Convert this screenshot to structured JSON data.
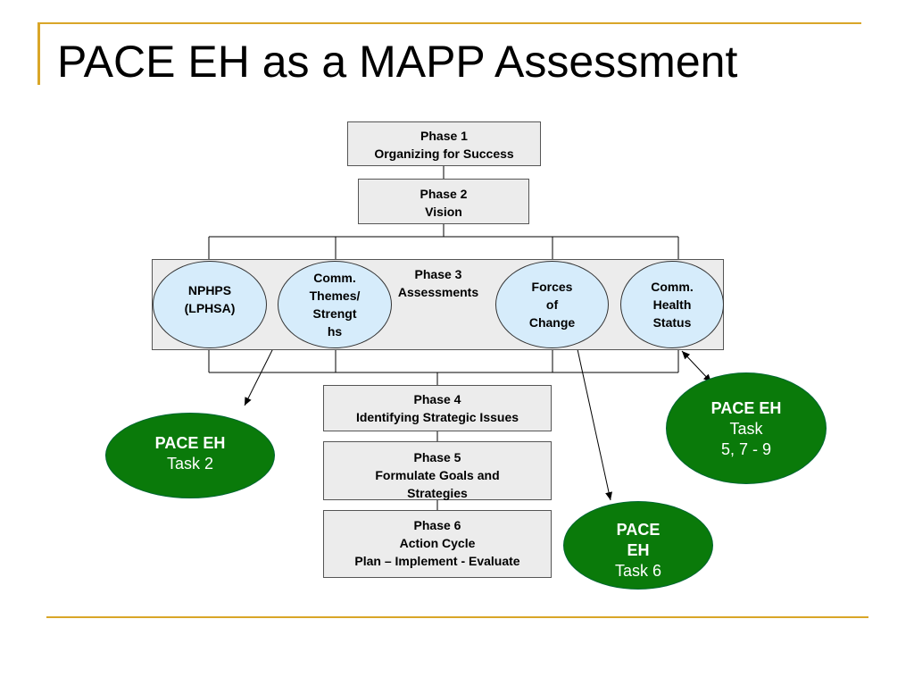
{
  "slide": {
    "title": "PACE EH as a MAPP Assessment",
    "accent_color": "#d9a628"
  },
  "phases": {
    "p1": "Phase 1\nOrganizing for Success",
    "p2": "Phase 2\nVision",
    "p3": "Phase 3\nAssessments",
    "p4": "Phase 4\nIdentifying Strategic Issues",
    "p5": "Phase 5\nFormulate Goals and\nStrategies",
    "p6": "Phase 6\nAction Cycle\nPlan – Implement - Evaluate"
  },
  "assessments": [
    {
      "label": "NPHPS\n(LPHSA)"
    },
    {
      "label": "Comm.\nThemes/\nStrengt\nhs"
    },
    {
      "label": "Forces\nof\nChange"
    },
    {
      "label": "Comm.\nHealth\nStatus"
    }
  ],
  "pace_eh": [
    {
      "title": "PACE EH",
      "task": "Task 2"
    },
    {
      "title": "PACE EH",
      "task": "Task\n5, 7 - 9"
    },
    {
      "title": "PACE\nEH",
      "task": "Task 6"
    }
  ],
  "colors": {
    "box_fill": "#ececec",
    "oval_fill": "#d6ecfb",
    "pace_fill": "#0a7a0a"
  }
}
